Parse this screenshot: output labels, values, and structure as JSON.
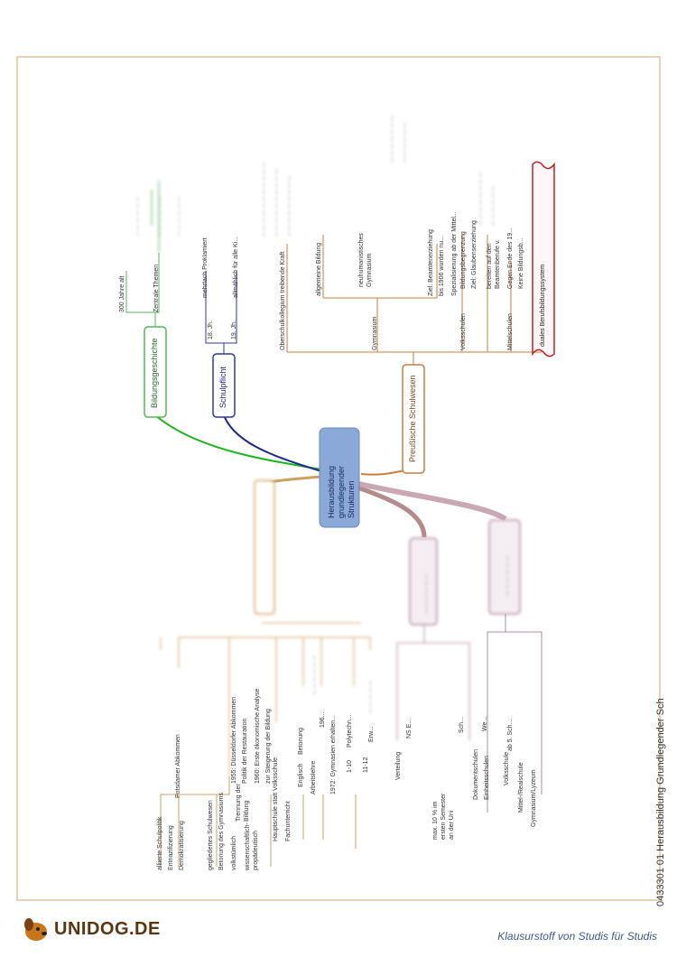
{
  "doc_title": "0433301 01 Herausbildung Grundlegender Sch",
  "footer": {
    "tagline": "Klausurstoff von Studis für Studis",
    "logo_text": "UNIDOG.DE"
  },
  "central_node": "Herausbildung grundlegender Strukturen",
  "branches": {
    "bildungsgeschichte": {
      "label": "Bildungsgeschichte",
      "items": [
        "300 Jahre alt",
        "Zentrale Themen"
      ]
    },
    "schulpflicht": {
      "label": "Schulpflicht",
      "items": [
        "18. Jh.",
        "19. Jh.",
        "mehrfach Proklamiert",
        "allmählich für alle Ki..."
      ]
    },
    "preussisch": {
      "label": "Preußische Schulwesen",
      "items": [
        "Oberschulkollegium treibende Kraft",
        "Gymnasium",
        "allgemeine Bildung",
        "neuhumanistisches Gymnasium",
        "Ziel: Beamtenerziehung",
        "bis 1906 wurden nu...",
        "Spezialisierung ab der Mittel...",
        "Volksschulen",
        "Bildungsbegrenzung",
        "Ziel: Glaubenserziehung",
        "bereiten auf den Beamtenberufe v.",
        "Gegen Ende des 19...",
        "Keine Bildungsb...",
        "Mittelschulen",
        "duales Berufsbildungssystem"
      ]
    },
    "left_block": {
      "items": [
        "alliierte Schulpolitik",
        "Entnazifizierung",
        "Demokratisierung",
        "Potsdamer Abkommen",
        "gegliedertes Schulwesen",
        "Betonung des Gymnasiums",
        "volkstümlich",
        "Trennung der Bildung",
        "wissenschaftlich-propädeutisch",
        "1955: Düsseldorfer Abkommen",
        "Politik der Restauration",
        "1960: Erste ökonomische Analyse",
        "zur Steigerung der Bildung",
        "Hauptschule statt Volksschule",
        "Fachunterricht",
        "Englisch",
        "Betonung",
        "Arbeitslehre",
        "1972: Gymnasien erhalten...",
        "196...",
        "1-10",
        "Polytechn...",
        "11-12",
        "Erw..."
      ]
    },
    "middle_block": {
      "items": [
        "Verteilung",
        "NS E...",
        "max. 10 % im ersten Semester an der Uni",
        "Sch...",
        "Dokumentschulen",
        "Einheitsschulen",
        "Volksschule",
        "ab 5. Sch...",
        "Mittel-/Realschule",
        "Gymnasium/Lyzeum",
        "We..."
      ]
    }
  }
}
